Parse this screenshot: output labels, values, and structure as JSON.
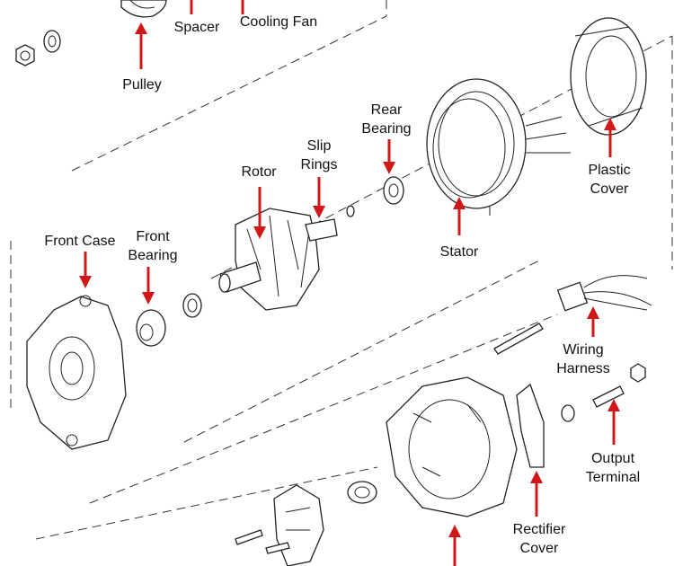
{
  "arrow_color": "#d01818",
  "labels": {
    "pulley": "Pulley",
    "spacer": "Spacer",
    "cooling_fan": "Cooling Fan",
    "rotor": "Rotor",
    "slip_rings_1": "Slip",
    "slip_rings_2": "Rings",
    "rear_bearing_1": "Rear",
    "rear_bearing_2": "Bearing",
    "stator": "Stator",
    "plastic_cover_1": "Plastic",
    "plastic_cover_2": "Cover",
    "front_case": "Front Case",
    "front_bearing_1": "Front",
    "front_bearing_2": "Bearing",
    "wiring_harness_1": "Wiring",
    "wiring_harness_2": "Harness",
    "output_terminal_1": "Output",
    "output_terminal_2": "Terminal",
    "rectifier_cover_1": "Rectifier",
    "rectifier_cover_2": "Cover"
  }
}
